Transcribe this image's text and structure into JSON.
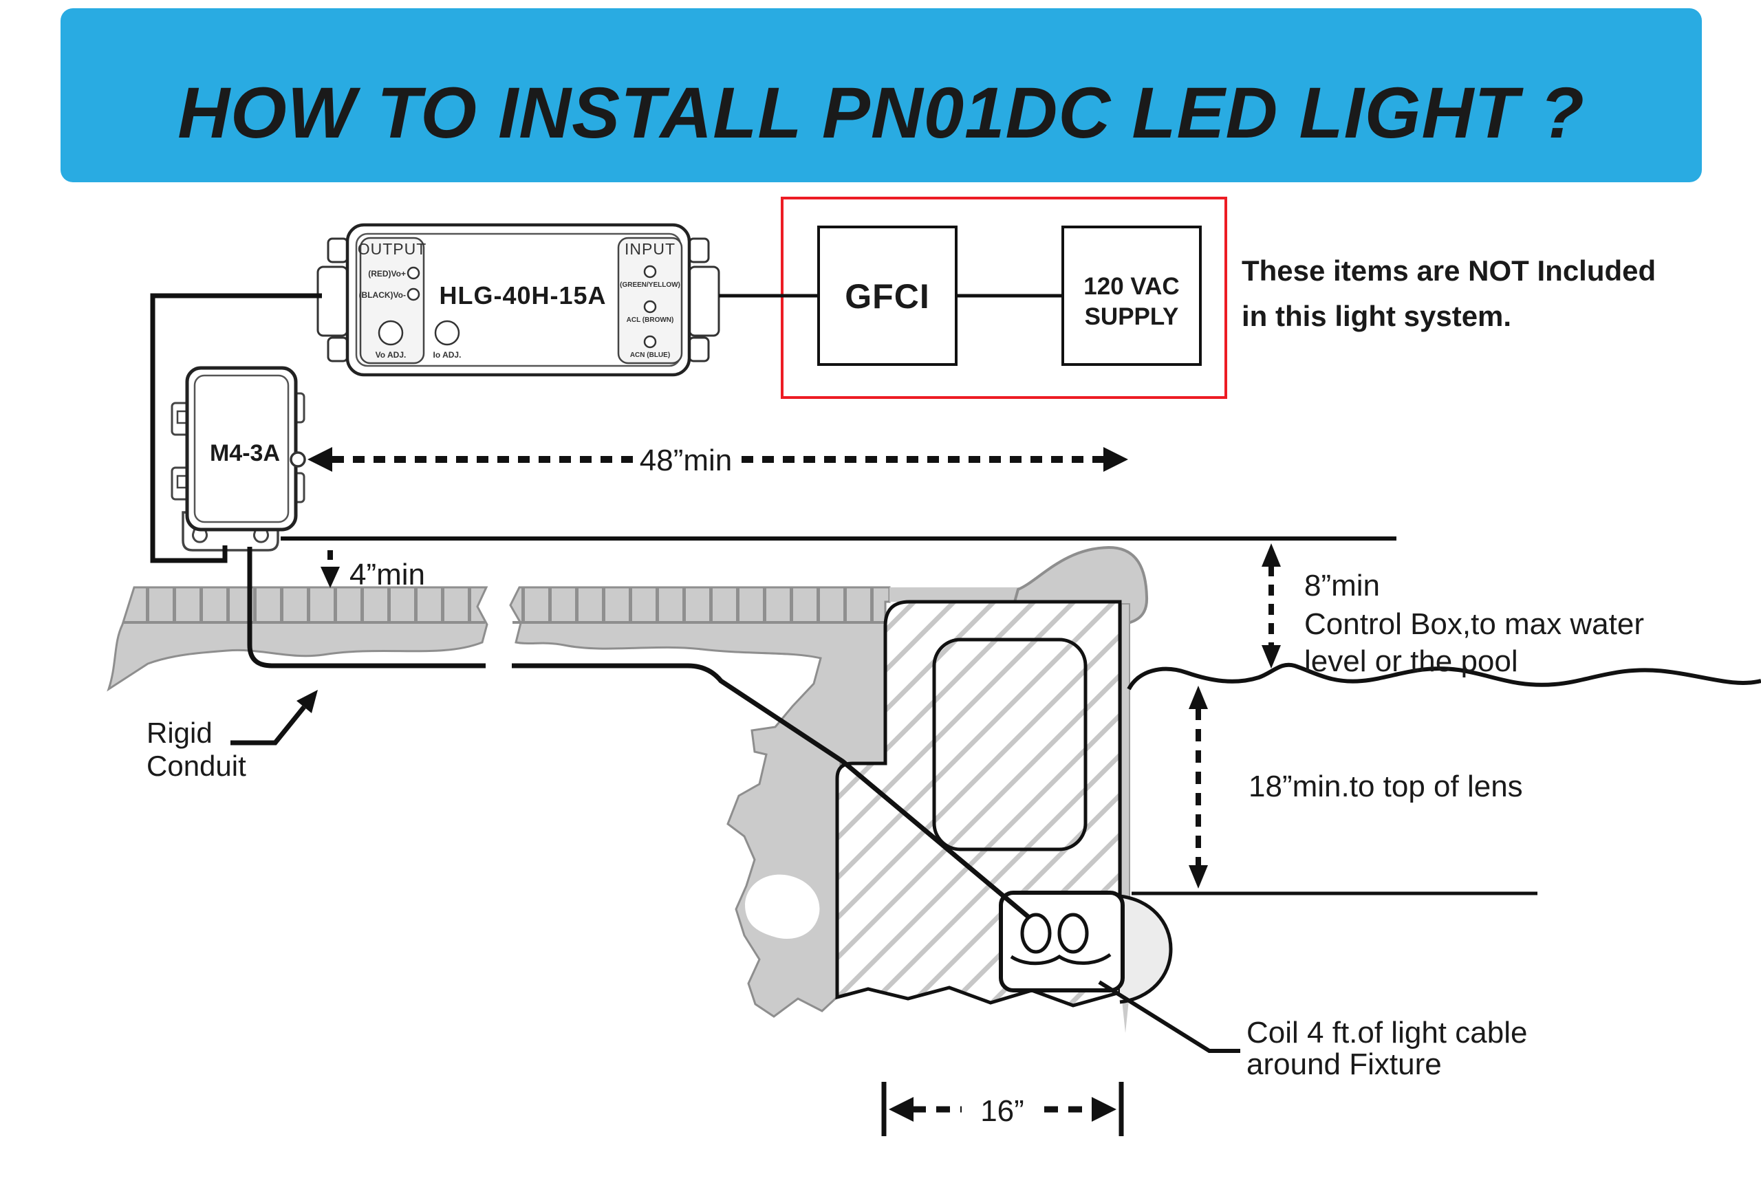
{
  "header": {
    "title": "HOW TO INSTALL PN01DC LED LIGHT ?"
  },
  "power_supply": {
    "model": "HLG-40H-15A",
    "output_label": "OUTPUT",
    "input_label": "INPUT",
    "out_terminal_1": "(RED)Vo+",
    "out_terminal_2": "(BLACK)Vo-",
    "vo_adj": "Vo ADJ.",
    "io_adj": "Io ADJ.",
    "in_terminal_1": "(GREEN/YELLOW)",
    "in_terminal_2": "ACL (BROWN)",
    "in_terminal_3": "ACN (BLUE)"
  },
  "gfci": {
    "label": "GFCI"
  },
  "vac_supply": {
    "line1": "120 VAC",
    "line2": "SUPPLY"
  },
  "notice": {
    "line1": "These items are NOT Included",
    "line2": "in this light system."
  },
  "junction_box": {
    "label": "M4-3A"
  },
  "dimensions": {
    "d48": "48”min",
    "d4": "4”min",
    "d8": "8”min",
    "d8_note1": "Control Box,to max water",
    "d8_note2": "level or the pool",
    "d18": "18”min.to top of lens",
    "d16": "16”"
  },
  "labels": {
    "rigid_line1": "Rigid",
    "rigid_line2": "Conduit",
    "coil_line1": "Coil 4 ft.of light cable",
    "coil_line2": "around Fixture"
  },
  "colors": {
    "banner_blue": "#29abe2",
    "title_white": "#ffffff",
    "accent_red": "#ed1c24",
    "line_black": "#111111",
    "ground_gray": "#cbcbcb",
    "hatch_gray": "#c7c7c7"
  }
}
